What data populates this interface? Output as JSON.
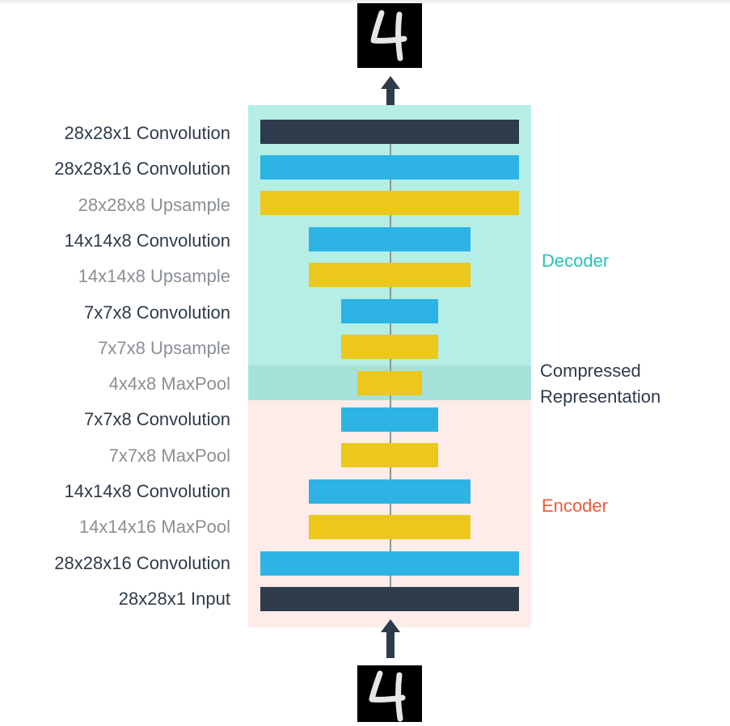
{
  "colors": {
    "convolution": "#2db3e4",
    "sampling": "#ebc81a",
    "io": "#2e3b4a",
    "label_dark": "#2e3b4a",
    "label_light": "#8a8f94",
    "decoder_bg": "#b4eee7",
    "compressed_bg": "#a7e2da",
    "encoder_bg": "#fdecea",
    "decoder_text": "#28c3b4",
    "encoder_text": "#f15a3a"
  },
  "output_image": {
    "icon": "handwritten-digit-4",
    "digit": "4"
  },
  "input_image": {
    "icon": "handwritten-digit-4",
    "digit": "4"
  },
  "layers": [
    {
      "label": "28x28x1 Convolution",
      "kind": "io",
      "muted": false
    },
    {
      "label": "28x28x16 Convolution",
      "kind": "convolution",
      "muted": false
    },
    {
      "label": "28x28x8 Upsample",
      "kind": "sampling",
      "muted": true
    },
    {
      "label": "14x14x8 Convolution",
      "kind": "convolution",
      "muted": false
    },
    {
      "label": "14x14x8 Upsample",
      "kind": "sampling",
      "muted": true
    },
    {
      "label": "7x7x8 Convolution",
      "kind": "convolution",
      "muted": false
    },
    {
      "label": "7x7x8 Upsample",
      "kind": "sampling",
      "muted": true
    },
    {
      "label": "4x4x8 MaxPool",
      "kind": "sampling",
      "muted": true
    },
    {
      "label": "7x7x8 Convolution",
      "kind": "convolution",
      "muted": false
    },
    {
      "label": "7x7x8 MaxPool",
      "kind": "sampling",
      "muted": true
    },
    {
      "label": "14x14x8 Convolution",
      "kind": "convolution",
      "muted": false
    },
    {
      "label": "14x14x16 MaxPool",
      "kind": "sampling",
      "muted": true
    },
    {
      "label": "28x28x16 Convolution",
      "kind": "convolution",
      "muted": false
    },
    {
      "label": "28x28x1 Input",
      "kind": "io",
      "muted": false
    }
  ],
  "sections": {
    "decoder": "Decoder",
    "compressed_line1": "Compressed",
    "compressed_line2": "Representation",
    "encoder": "Encoder"
  }
}
